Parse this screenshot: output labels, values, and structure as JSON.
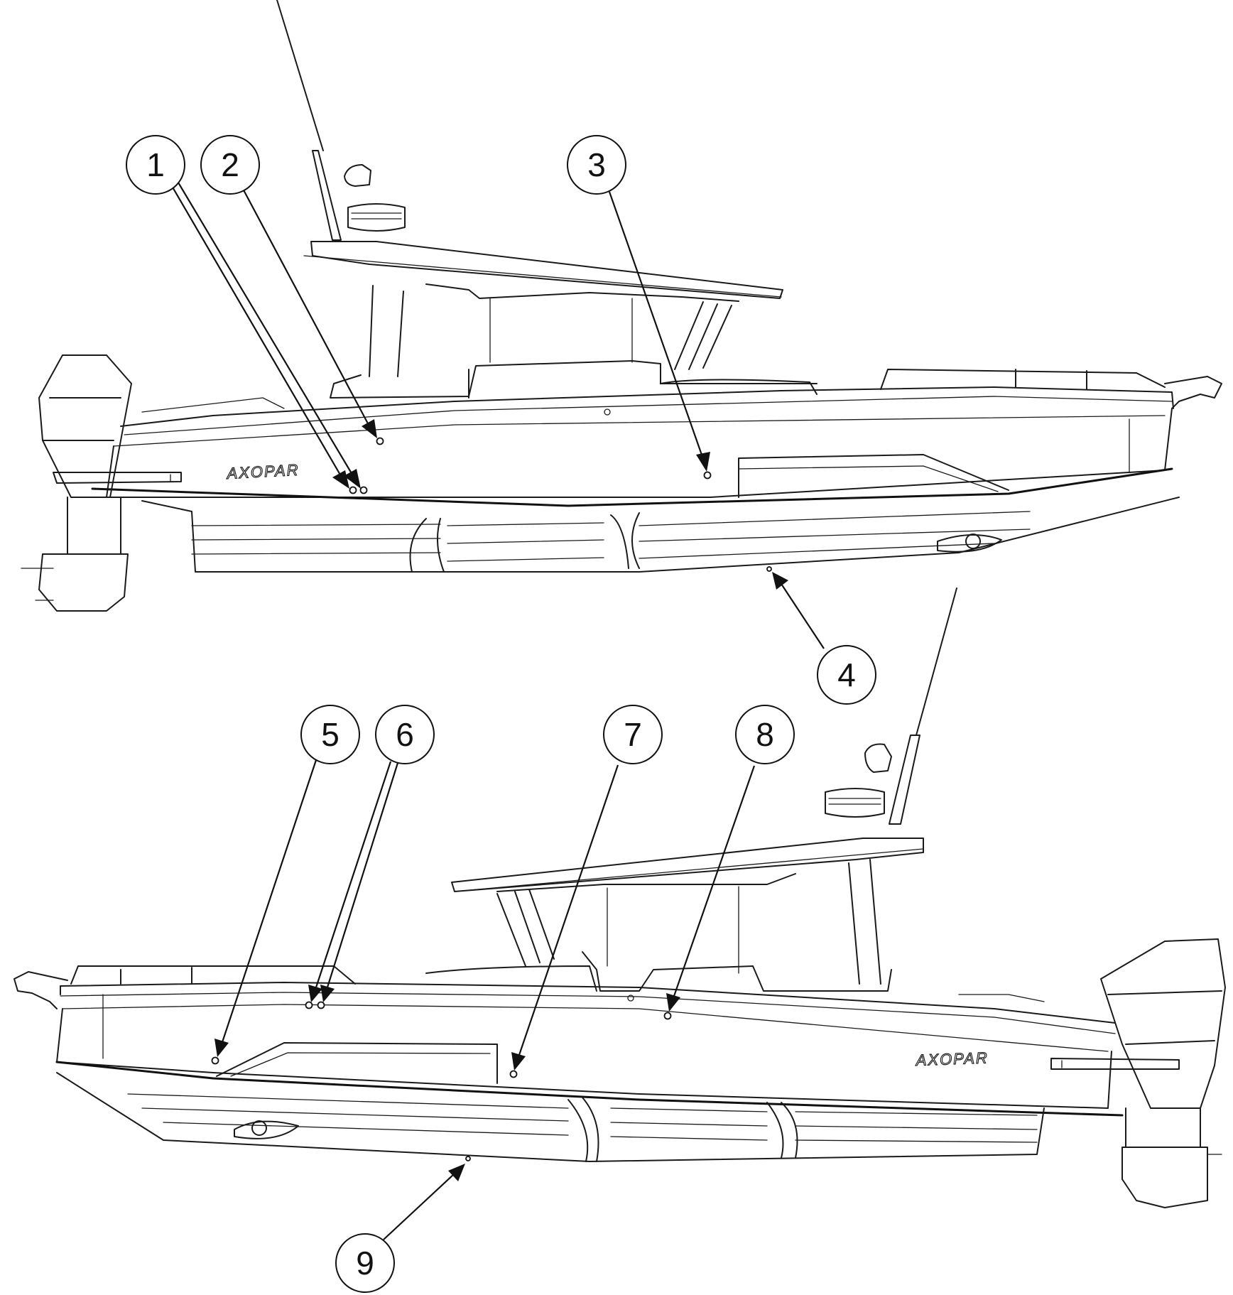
{
  "callouts": [
    {
      "id": "1",
      "label": "1"
    },
    {
      "id": "2",
      "label": "2"
    },
    {
      "id": "3",
      "label": "3"
    },
    {
      "id": "4",
      "label": "4"
    },
    {
      "id": "5",
      "label": "5"
    },
    {
      "id": "6",
      "label": "6"
    },
    {
      "id": "7",
      "label": "7"
    },
    {
      "id": "8",
      "label": "8"
    },
    {
      "id": "9",
      "label": "9"
    }
  ],
  "brand_text": "AXOPAR"
}
